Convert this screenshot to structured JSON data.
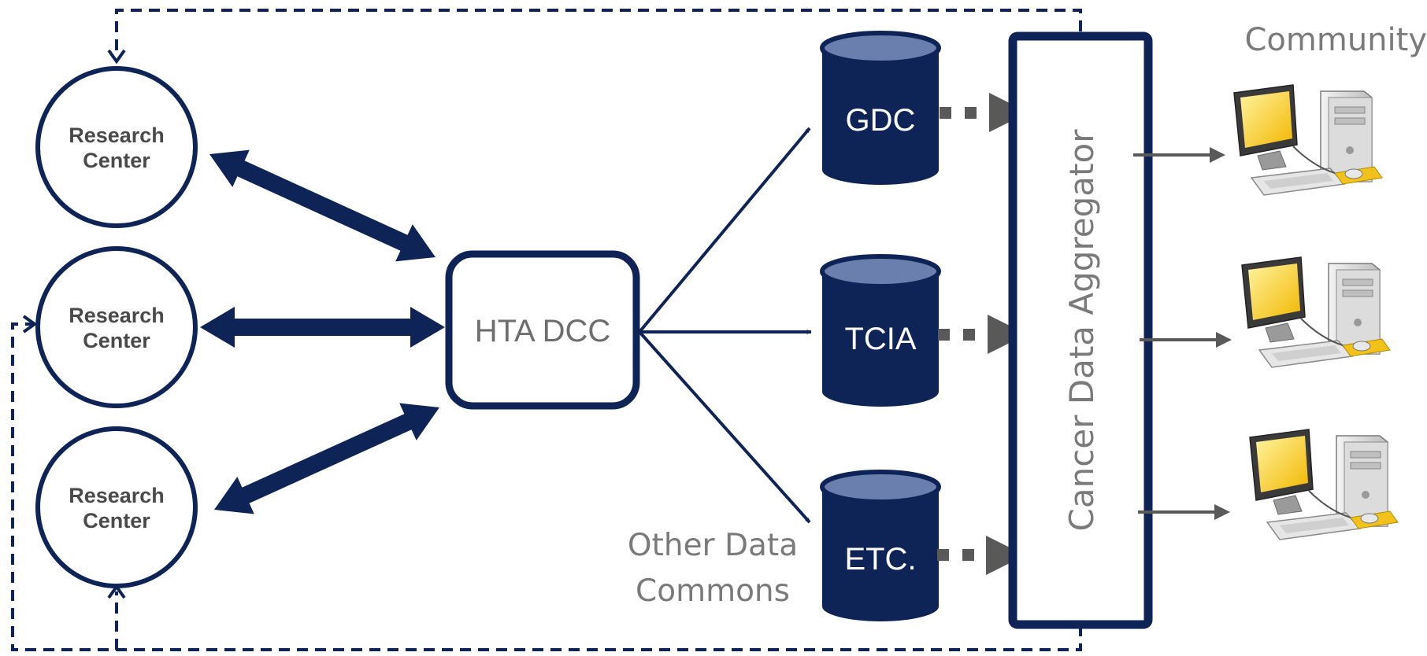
{
  "research_centers": [
    {
      "line1": "Research",
      "line2": "Center"
    },
    {
      "line1": "Research",
      "line2": "Center"
    },
    {
      "line1": "Research",
      "line2": "Center"
    }
  ],
  "hub": {
    "label": "HTA DCC"
  },
  "databases": [
    {
      "label": "GDC"
    },
    {
      "label": "TCIA"
    },
    {
      "label": "ETC."
    }
  ],
  "other_commons": {
    "line1": "Other Data",
    "line2": "Commons"
  },
  "aggregator": {
    "label": "Cancer Data Aggregator"
  },
  "community": {
    "label": "Community",
    "icon": "desktop-computer-icon"
  },
  "colors": {
    "navy": "#0f2456",
    "db_top": "#6a7fae",
    "gray": "#595959",
    "monitor_screen": "#f7c600",
    "mouse_pad": "#f3c21a"
  }
}
